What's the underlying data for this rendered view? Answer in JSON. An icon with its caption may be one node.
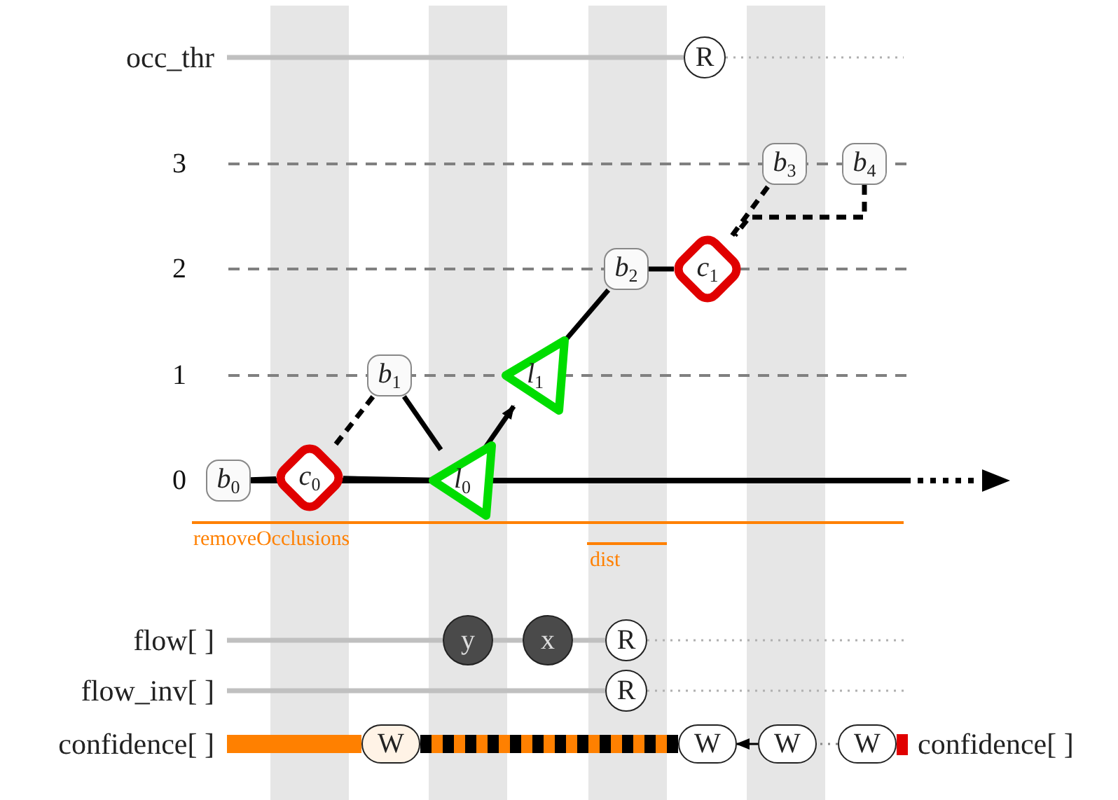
{
  "diagram": {
    "nodes": [
      {
        "text": [
          "R"
        ]
      },
      {
        "text": [
          "*b*$_{0}$"
        ]
      },
      {
        "text": [
          "*c*$_{0}$"
        ]
      },
      {
        "text": [
          "*b*$_{1}$"
        ]
      },
      {
        "text": [
          "*l*$_{0}$"
        ]
      },
      {
        "text": [
          "*l*$_{1}$"
        ]
      },
      {
        "text": [
          "*b*$_{2}$"
        ]
      },
      {
        "text": [
          "*c*$_{1}$"
        ]
      },
      {
        "text": [
          "*b*$_{3}$"
        ]
      },
      {
        "text": [
          "*b*$_{4}$"
        ]
      },
      {
        "text": [
          "y"
        ]
      },
      {
        "text": [
          "x"
        ]
      },
      {
        "text": [
          "R"
        ]
      },
      {
        "text": [
          "R"
        ]
      },
      {
        "text": [
          "W"
        ]
      },
      {
        "text": [
          "W"
        ]
      },
      {
        "text": [
          "W"
        ]
      },
      {
        "text": [
          "W"
        ]
      },
      {
        "text": [
          "occ_thr"
        ]
      },
      {
        "text": [
          "flow[ ]"
        ]
      },
      {
        "text": [
          "flow_inv[ ]"
        ]
      },
      {
        "text": [
          "confidence[ ]"
        ]
      },
      {
        "text": [
          "confidence[ ]"
        ]
      }
    ],
    "edges": [
      {
        "from": 1,
        "to": 2,
        "arrow": "none"
      },
      {
        "from": 2,
        "to": 3,
        "arrow": "none",
        "style": "dashed"
      },
      {
        "from": 3,
        "to": 4,
        "arrow": "none"
      },
      {
        "from": 2,
        "to": 4,
        "arrow": "none"
      },
      {
        "from": 4,
        "to": 5,
        "arrow": "to"
      },
      {
        "from": 5,
        "to": 6,
        "arrow": "none"
      },
      {
        "from": 6,
        "to": 7,
        "arrow": "none"
      },
      {
        "from": 7,
        "to": 8,
        "arrow": "none",
        "style": "dashed"
      },
      {
        "from": 9,
        "to": 7,
        "arrow": "none",
        "style": "dashed"
      },
      {
        "from": 16,
        "to": 15,
        "arrow": "to"
      },
      {
        "from": 18,
        "to": 0,
        "arrow": "none",
        "color": "#c0c0c0"
      },
      {
        "from": 19,
        "to": 10,
        "arrow": "none",
        "color": "#c0c0c0"
      },
      {
        "from": 10,
        "to": 11,
        "arrow": "none",
        "color": "#c0c0c0"
      },
      {
        "from": 11,
        "to": 12,
        "arrow": "none",
        "color": "#c0c0c0"
      },
      {
        "from": 20,
        "to": 13,
        "arrow": "none",
        "color": "#c0c0c0"
      },
      {
        "from": 21,
        "to": 14,
        "arrow": "none",
        "style": "thick",
        "color": "#ff8000"
      },
      {
        "from": 14,
        "to": 15,
        "arrow": "none",
        "style": "thick",
        "color": "#ff8000"
      },
      {
        "from": 0,
        "to": null,
        "arrow": "none",
        "style": "dashed",
        "color": "#b0b0b0"
      },
      {
        "from": 12,
        "to": null,
        "arrow": "none",
        "style": "dashed",
        "color": "#b0b0b0"
      },
      {
        "from": 13,
        "to": null,
        "arrow": "none",
        "style": "dashed",
        "color": "#b0b0b0"
      },
      {
        "from": 17,
        "to": 16,
        "arrow": "none",
        "style": "dashed",
        "color": "#888888"
      }
    ],
    "labels": [
      "3",
      "2",
      "1",
      "0",
      "removeOcclusions",
      "dist"
    ]
  }
}
